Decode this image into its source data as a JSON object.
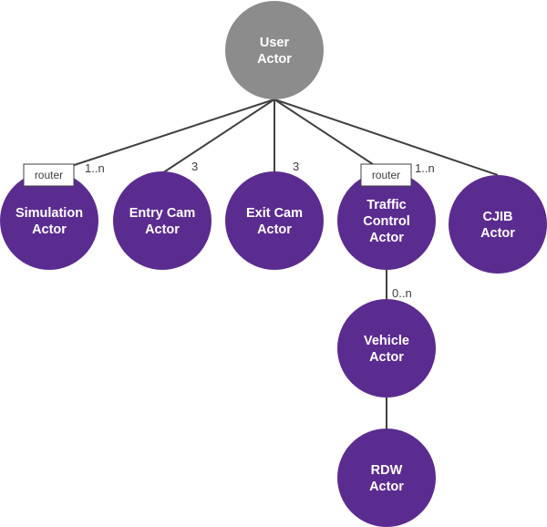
{
  "colors": {
    "root_node": "#8c8c8c",
    "actor_node": "#5b2c8f",
    "edge": "#404040",
    "node_text": "#ffffff"
  },
  "nodes": {
    "user": [
      "User",
      "Actor"
    ],
    "simulation": [
      "Simulation",
      "Actor"
    ],
    "entry_cam": [
      "Entry Cam",
      "Actor"
    ],
    "exit_cam": [
      "Exit Cam",
      "Actor"
    ],
    "traffic_control": [
      "Traffic",
      "Control",
      "Actor"
    ],
    "cjib": [
      "CJIB",
      "Actor"
    ],
    "vehicle": [
      "Vehicle",
      "Actor"
    ],
    "rdw": [
      "RDW",
      "Actor"
    ]
  },
  "edges": [
    {
      "from": "user",
      "to": "simulation",
      "multiplicity": "1..n",
      "router": "router"
    },
    {
      "from": "user",
      "to": "entry_cam",
      "multiplicity": "3",
      "router": ""
    },
    {
      "from": "user",
      "to": "exit_cam",
      "multiplicity": "3",
      "router": ""
    },
    {
      "from": "user",
      "to": "traffic_control",
      "multiplicity": "1..n",
      "router": "router"
    },
    {
      "from": "user",
      "to": "cjib",
      "multiplicity": "",
      "router": ""
    },
    {
      "from": "traffic_control",
      "to": "vehicle",
      "multiplicity": "0..n",
      "router": ""
    },
    {
      "from": "vehicle",
      "to": "rdw",
      "multiplicity": "",
      "router": ""
    }
  ]
}
